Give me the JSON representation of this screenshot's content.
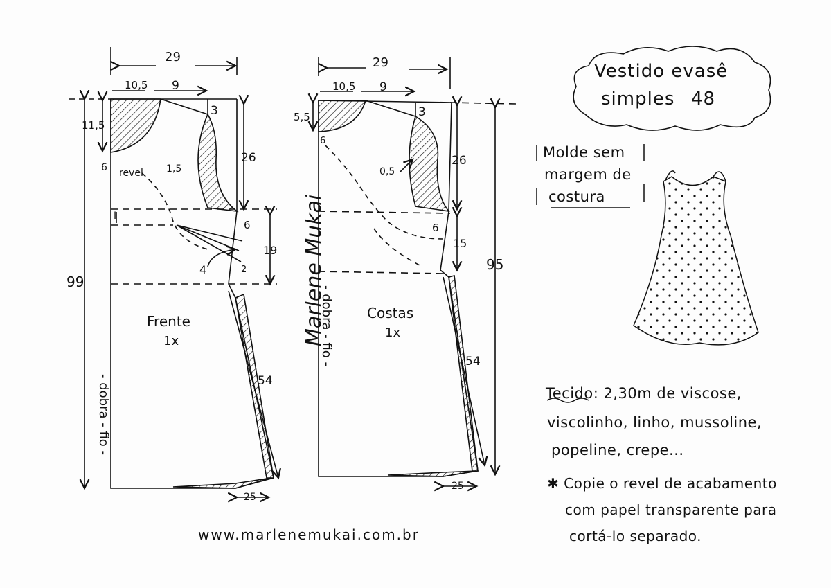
{
  "title": {
    "line1": "Vestido evasê",
    "line2": "simples",
    "size": "48"
  },
  "molde_note": {
    "line1": "Molde sem",
    "line2": "margem de",
    "line3": "costura"
  },
  "fabric": {
    "label": "Tecido",
    "line1": ": 2,30m de viscose,",
    "line2": "viscolinho, linho, mussoline,",
    "line3": "popeline, crepe..."
  },
  "copy_note": {
    "line1": "✱ Copie o revel de acabamento",
    "line2": "com papel transparente para",
    "line3": "cortá-lo separado."
  },
  "website": "www.marlenemukai.com.br",
  "watermark": "Marlene Mukai",
  "front": {
    "name": "Frente",
    "qty": "1x",
    "fold": "- dobra - fio -",
    "width": "29",
    "neck_w": "10,5",
    "shoulder_w": "9",
    "neck_drop": "11,5",
    "revel_depth": "6",
    "revel_label": "revel",
    "armhole_ease": "1,5",
    "shoulder_drop": "3",
    "armhole_depth": "26",
    "dart_top": "6",
    "dart_len": "19",
    "dart_side": "2",
    "dart_w": "4",
    "bust_gap": "I",
    "total_len": "99",
    "skirt_len": "54",
    "hem_flare": "25"
  },
  "back": {
    "name": "Costas",
    "qty": "1x",
    "fold": "- dobra - fio -",
    "width": "29",
    "neck_w": "10,5",
    "shoulder_w": "9",
    "neck_drop": "5,5",
    "revel_depth": "6",
    "armhole_ease": "0,5",
    "shoulder_drop": "3",
    "armhole_depth": "26",
    "dart_top": "6",
    "dart_len": "15",
    "total_len": "95",
    "skirt_len": "54",
    "hem_flare": "25"
  },
  "colors": {
    "ink": "#111111",
    "paper": "#fdfdfd"
  }
}
